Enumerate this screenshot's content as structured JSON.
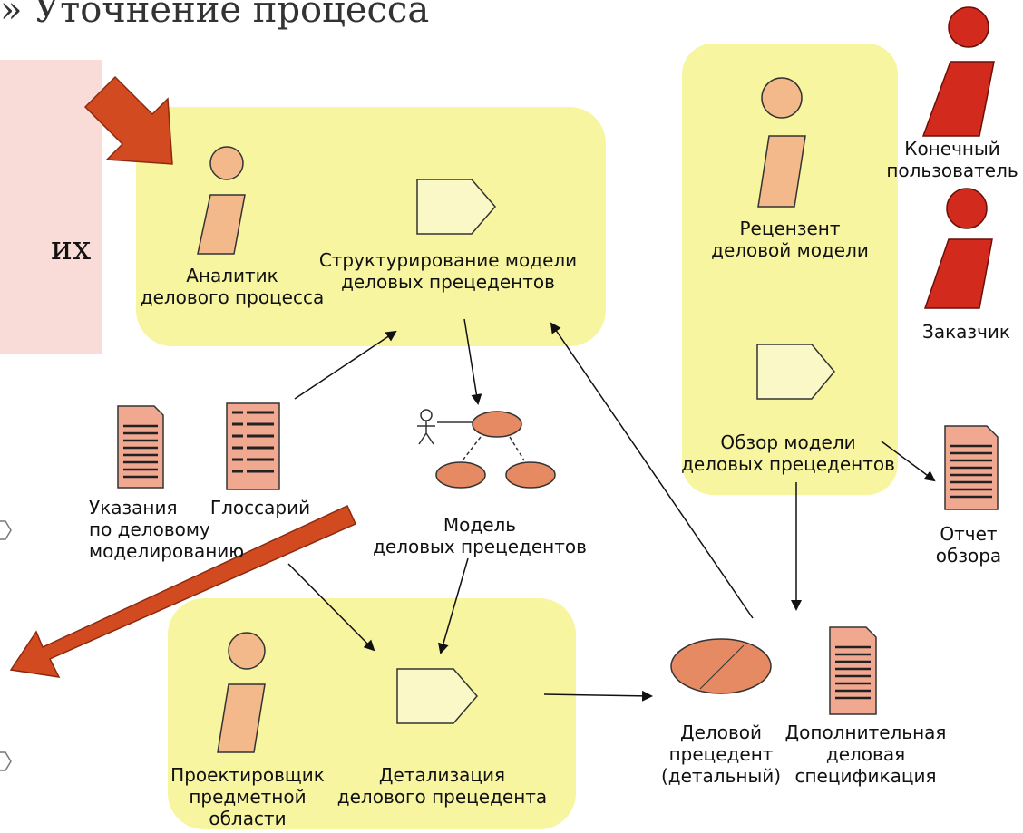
{
  "slide": {
    "title_fragment": "» Уточнение процесса",
    "side_text": "их",
    "accent_colors": {
      "yellow_zone": "#f7f5a0",
      "pink_panel": "#f9dcd8",
      "arrow_red": "#d24a1f",
      "worker": "#f4b98a",
      "stakeholder": "#d22b1e"
    }
  },
  "diagram": {
    "workers": {
      "analyst": "Аналитик\nделового процесса",
      "reviewer": "Рецензент\nделовой модели",
      "designer": "Проектировщик\nпредметной\nобласти"
    },
    "stakeholders": {
      "end_user": "Конечный\nпользователь",
      "customer": "Заказчик"
    },
    "activities": {
      "structure": "Структурирование модели\nделовых прецедентов",
      "review": "Обзор модели\nделовых прецедентов",
      "detail": "Детализация\nделового прецедента"
    },
    "artifacts": {
      "guidelines": "Указания\nпо деловому\nмоделированию",
      "glossary": "Глоссарий",
      "model": "Модель\nделовых прецедентов",
      "review_report": "Отчет\nобзора",
      "use_case": "Деловой\nпрецедент\n(детальный)",
      "supplementary": "Дополнительная\nделовая\nспецификация"
    }
  }
}
